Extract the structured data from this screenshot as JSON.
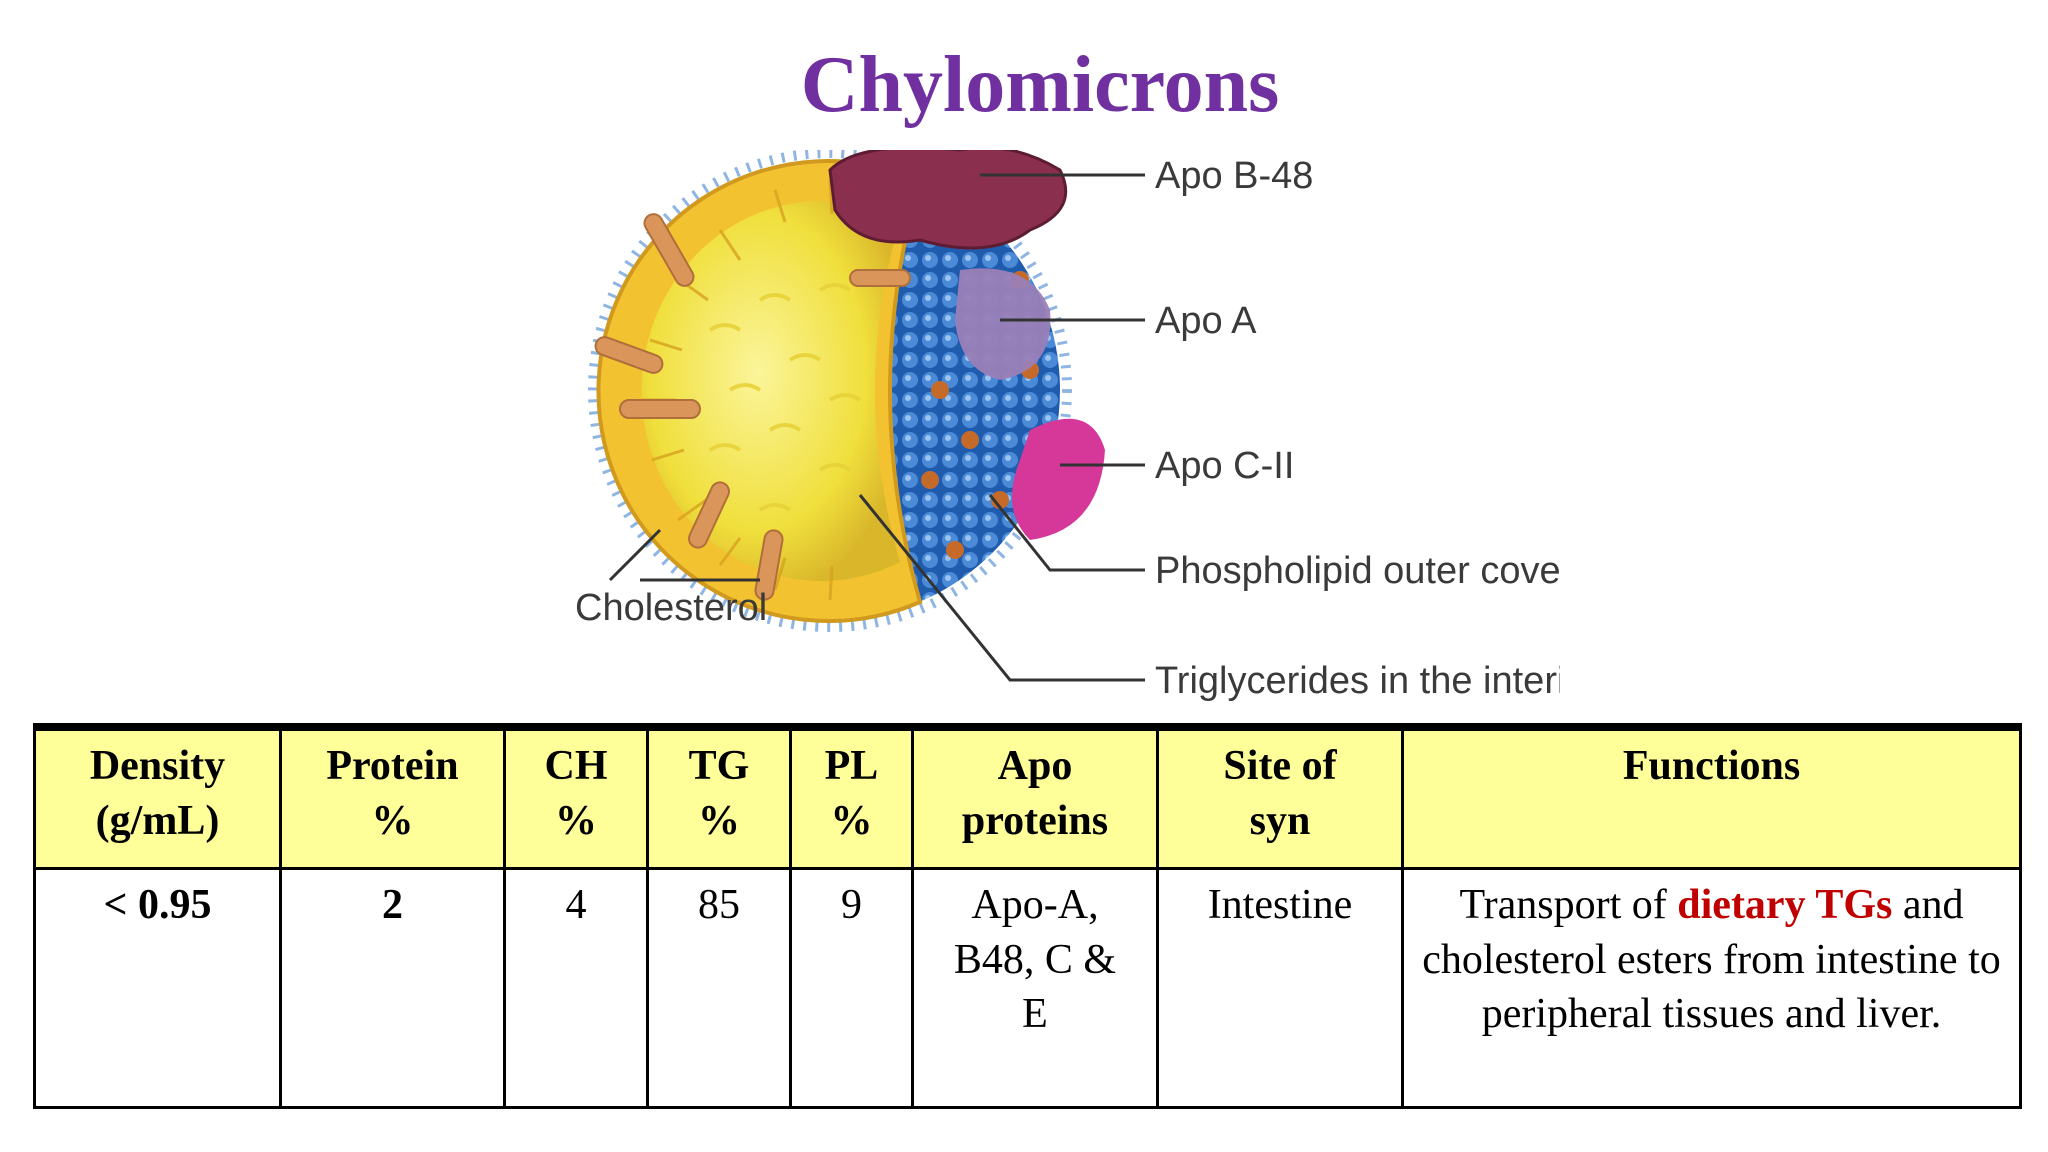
{
  "title": "Chylomicrons",
  "diagram": {
    "labels": {
      "apo_b48": "Apo B-48",
      "apo_a": "Apo A",
      "apo_c2": "Apo C-II",
      "phospholipid": "Phospholipid outer cover",
      "triglycerides": "Triglycerides in the interior",
      "cholesterol": "Cholesterol"
    },
    "colors": {
      "core_yellow": "#f2e34a",
      "shell_blue": "#2e6fc4",
      "apo_b48": "#8a2f4e",
      "apo_a": "#9a7fb8",
      "apo_c2": "#d6389a",
      "cholesterol": "#d9955a"
    }
  },
  "table": {
    "headers": {
      "density": [
        "Density",
        "(g/mL)"
      ],
      "protein": [
        "Protein",
        "%"
      ],
      "ch": [
        "CH",
        "%"
      ],
      "tg": [
        "TG",
        "%"
      ],
      "pl": [
        "PL",
        "%"
      ],
      "apo": [
        "Apo",
        "proteins"
      ],
      "site": [
        "Site of",
        "syn"
      ],
      "functions": [
        "Functions"
      ]
    },
    "row": {
      "density": "< 0.95",
      "protein": "2",
      "ch": "4",
      "tg": "85",
      "pl": "9",
      "apo": [
        "Apo-A,",
        "B48, C &",
        "E"
      ],
      "site": "Intestine",
      "functions": {
        "part1": "Transport of ",
        "highlight": "dietary TGs",
        "part2": " and cholesterol esters from intestine to peripheral tissues and liver."
      }
    }
  }
}
